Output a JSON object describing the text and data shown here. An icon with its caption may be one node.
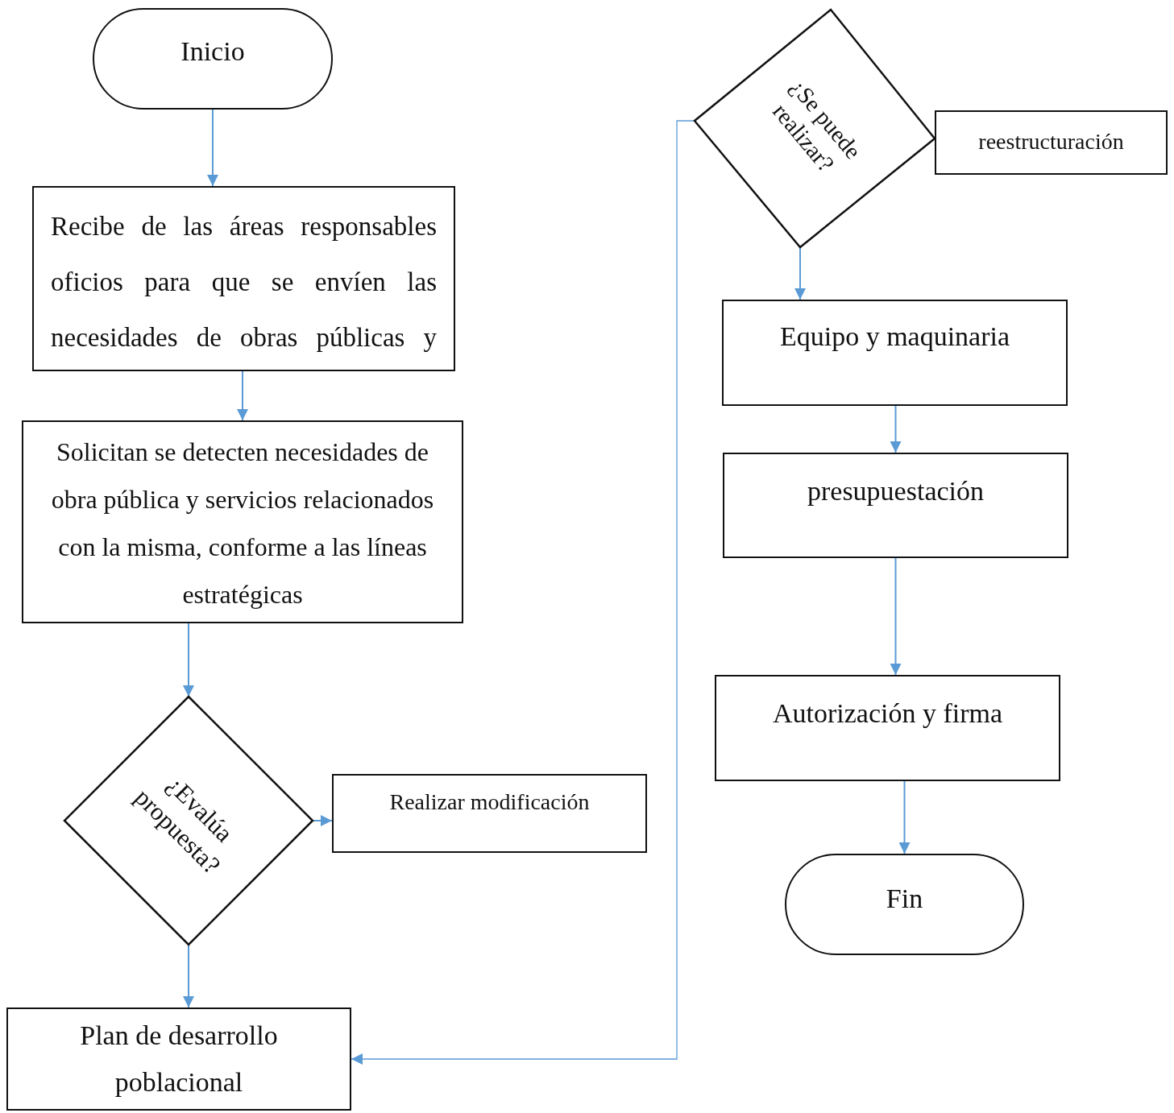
{
  "diagram": {
    "nodes": [
      {
        "text": [
          "Inicio"
        ]
      },
      {
        "text": [
          "Recibe de las áreas responsables oficios para que se envíen las necesidades de obras públicas y"
        ]
      },
      {
        "text": [
          "Solicitan se detecten necesidades de obra pública y servicios relacionados con la misma, conforme a las líneas estratégicas"
        ]
      },
      {
        "text": [
          "¿Evalúa propuesta?"
        ]
      },
      {
        "text": [
          "Realizar modificación"
        ]
      },
      {
        "text": [
          "Plan de desarrollo poblacional"
        ]
      },
      {
        "text": [
          "¿Se puede realizar?"
        ]
      },
      {
        "text": [
          "reestructuración"
        ]
      },
      {
        "text": [
          "Equipo y maquinaria"
        ]
      },
      {
        "text": [
          "presupuestación"
        ]
      },
      {
        "text": [
          "Autorización y firma"
        ]
      },
      {
        "text": [
          "Fin"
        ]
      }
    ],
    "edges": [
      {
        "from": 0,
        "to": 1,
        "arrow": "to"
      },
      {
        "from": 1,
        "to": 2,
        "arrow": "to"
      },
      {
        "from": 2,
        "to": 3,
        "arrow": "to"
      },
      {
        "from": 3,
        "to": 4,
        "arrow": "to"
      },
      {
        "from": 3,
        "to": 5,
        "arrow": "to"
      },
      {
        "from": 6,
        "to": 5,
        "arrow": "to"
      },
      {
        "from": 6,
        "to": 8,
        "arrow": "to"
      },
      {
        "from": 8,
        "to": 9,
        "arrow": "to"
      },
      {
        "from": 9,
        "to": 10,
        "arrow": "to"
      },
      {
        "from": 10,
        "to": 11,
        "arrow": "to"
      }
    ]
  }
}
